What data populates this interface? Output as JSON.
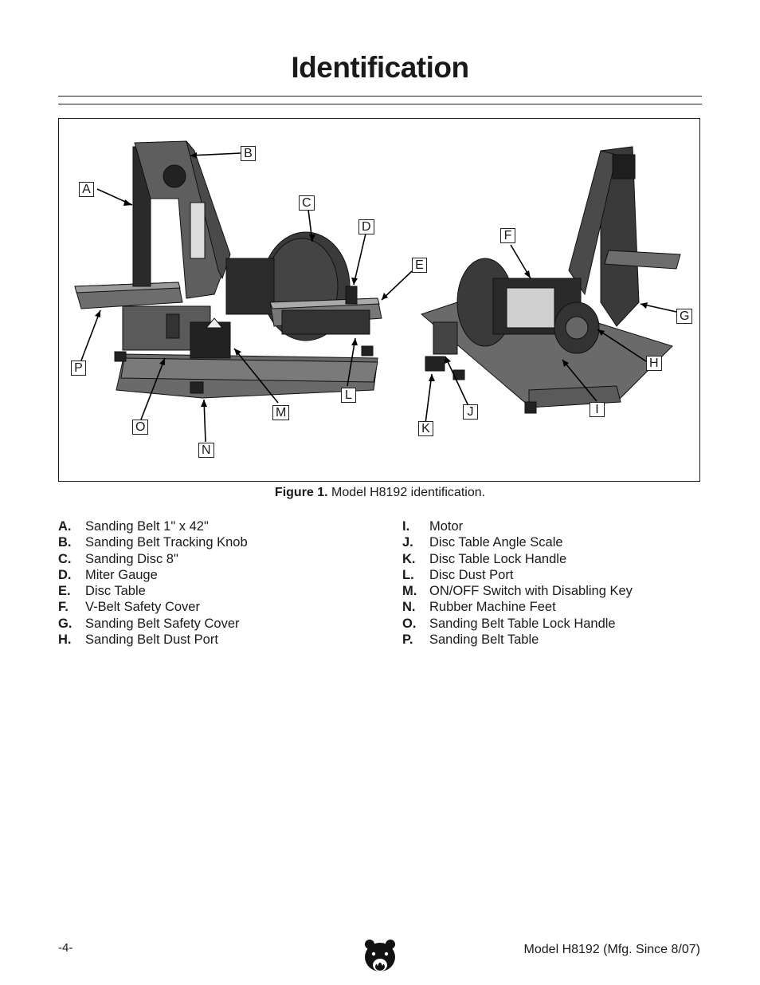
{
  "page": {
    "title": "Identification",
    "page_number": "-4-",
    "footer_model": "Model H8192 (Mfg. Since 8/07)"
  },
  "figure": {
    "caption_bold": "Figure 1.",
    "caption_text": " Model H8192 identification.",
    "callouts": [
      "A",
      "B",
      "C",
      "D",
      "E",
      "F",
      "G",
      "H",
      "I",
      "J",
      "K",
      "L",
      "M",
      "N",
      "O",
      "P"
    ]
  },
  "legend": {
    "left": [
      {
        "key": "A.",
        "text": "Sanding Belt 1\" x 42\""
      },
      {
        "key": "B.",
        "text": "Sanding Belt Tracking Knob"
      },
      {
        "key": "C.",
        "text": "Sanding Disc 8\""
      },
      {
        "key": "D.",
        "text": "Miter Gauge"
      },
      {
        "key": "E.",
        "text": "Disc Table"
      },
      {
        "key": "F.",
        "text": "V-Belt Safety Cover"
      },
      {
        "key": "G.",
        "text": "Sanding Belt Safety Cover"
      },
      {
        "key": "H.",
        "text": "Sanding Belt Dust Port"
      }
    ],
    "right": [
      {
        "key": "I.",
        "text": "Motor"
      },
      {
        "key": "J.",
        "text": "Disc Table Angle Scale"
      },
      {
        "key": "K.",
        "text": "Disc Table Lock Handle"
      },
      {
        "key": "L.",
        "text": "Disc Dust Port"
      },
      {
        "key": "M.",
        "text": "ON/OFF Switch with Disabling Key"
      },
      {
        "key": "N.",
        "text": "Rubber Machine Feet"
      },
      {
        "key": "O.",
        "text": "Sanding Belt Table Lock Handle"
      },
      {
        "key": "P.",
        "text": "Sanding Belt Table"
      }
    ]
  }
}
